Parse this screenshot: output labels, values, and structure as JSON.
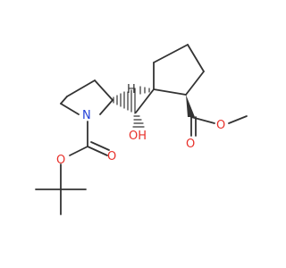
{
  "atoms": {
    "n1": "N",
    "o_ring_ester": "O",
    "o_carbonyl_boc": "O",
    "o_hydroxyl": "OH",
    "h_stereo": "H",
    "o_carbonyl_ester": "O",
    "o_methoxy": "O"
  },
  "colors": {
    "bond": "#333333",
    "oxygen": "#e8302a",
    "nitrogen": "#2340d8"
  }
}
